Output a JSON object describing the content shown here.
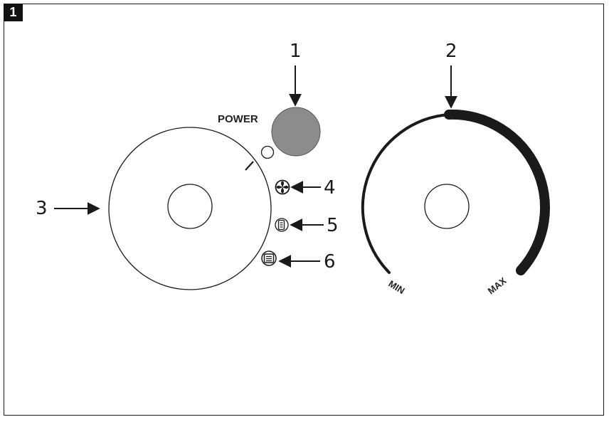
{
  "figure_number": "1",
  "power_label": "POWER",
  "callouts": {
    "power_button": "1",
    "thermostat": "2",
    "mode_selector": "3",
    "fan_mode": "4",
    "low_heat_mode": "5",
    "high_heat_mode": "6"
  },
  "thermostat_scale": {
    "min_label": "MIN",
    "max_label": "MAX"
  },
  "colors": {
    "line": "#1a1a1a",
    "power_button_fill": "#8c8c8c"
  },
  "icons": [
    "fan-icon",
    "low-heat-icon",
    "high-heat-icon"
  ]
}
